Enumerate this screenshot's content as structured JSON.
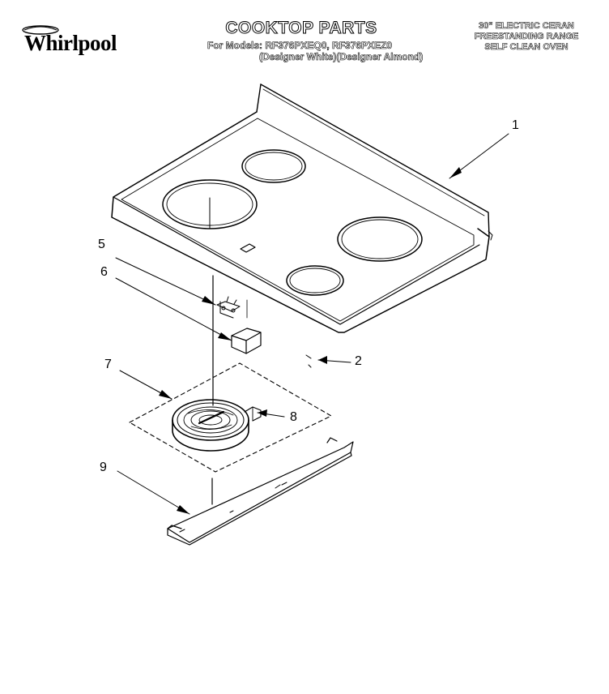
{
  "brand": {
    "name": "Whirlpool"
  },
  "header": {
    "title": "COOKTOP PARTS",
    "models_line1": "For Models: RF376PXEQ0, RF376PXEZ0",
    "models_line2": "(Designer White)(Designer Almond)",
    "product_line1": "30\" ELECTRIC CERAN",
    "product_line2": "FREESTANDING RANGE",
    "product_line3": "SELF CLEAN OVEN"
  },
  "callouts": {
    "c1": "1",
    "c2": "2",
    "c5": "5",
    "c6": "6",
    "c7": "7",
    "c8": "8",
    "c9": "9"
  }
}
